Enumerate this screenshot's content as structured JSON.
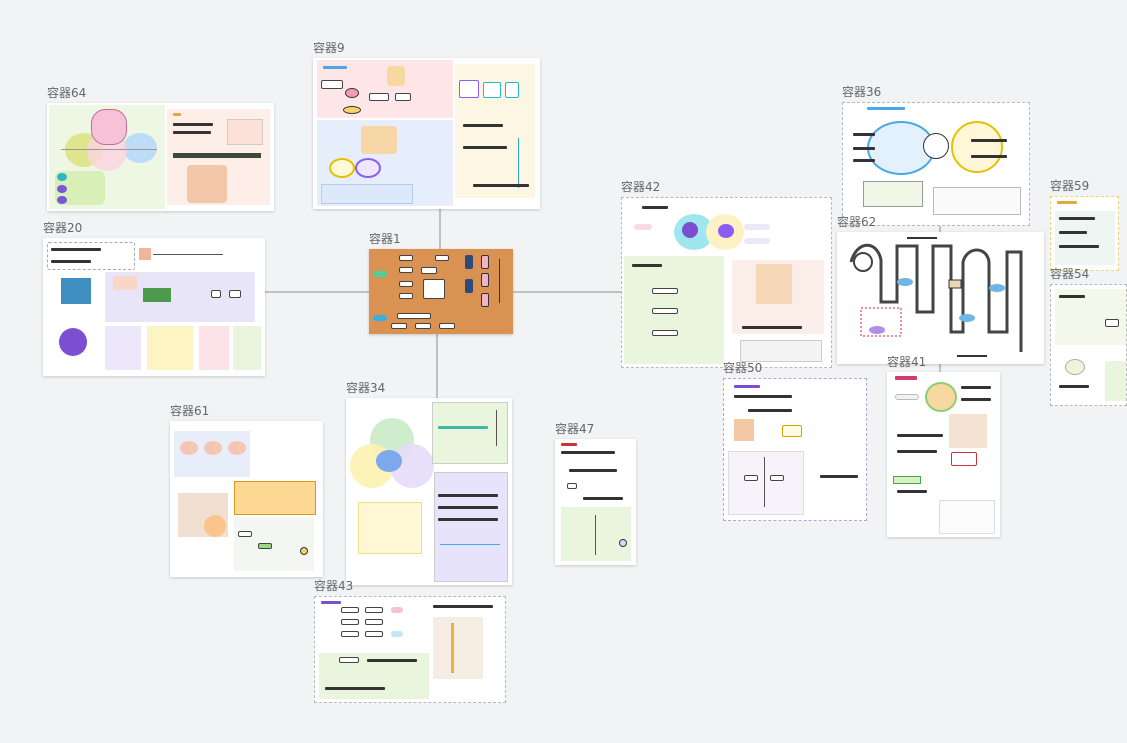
{
  "canvas": {
    "containers": [
      {
        "id": "c64",
        "label": "容器64"
      },
      {
        "id": "c9",
        "label": "容器9"
      },
      {
        "id": "c36",
        "label": "容器36"
      },
      {
        "id": "c59",
        "label": "容器59"
      },
      {
        "id": "c20",
        "label": "容器20"
      },
      {
        "id": "c1",
        "label": "容器1"
      },
      {
        "id": "c42",
        "label": "容器42"
      },
      {
        "id": "c62",
        "label": "容器62"
      },
      {
        "id": "c54",
        "label": "容器54"
      },
      {
        "id": "c41",
        "label": "容器41"
      },
      {
        "id": "c50",
        "label": "容器50"
      },
      {
        "id": "c34",
        "label": "容器34"
      },
      {
        "id": "c61",
        "label": "容器61"
      },
      {
        "id": "c47",
        "label": "容器47"
      },
      {
        "id": "c43",
        "label": "容器43"
      }
    ]
  },
  "colors": {
    "background": "#f2f3f5",
    "connector": "#8e8e8e",
    "center_card": "#d99252",
    "pink": "#fde3e6",
    "green": "#eaf5dd",
    "blue": "#e4ecfb",
    "yellow": "#fdf6d0",
    "purple": "#ece5fa"
  }
}
